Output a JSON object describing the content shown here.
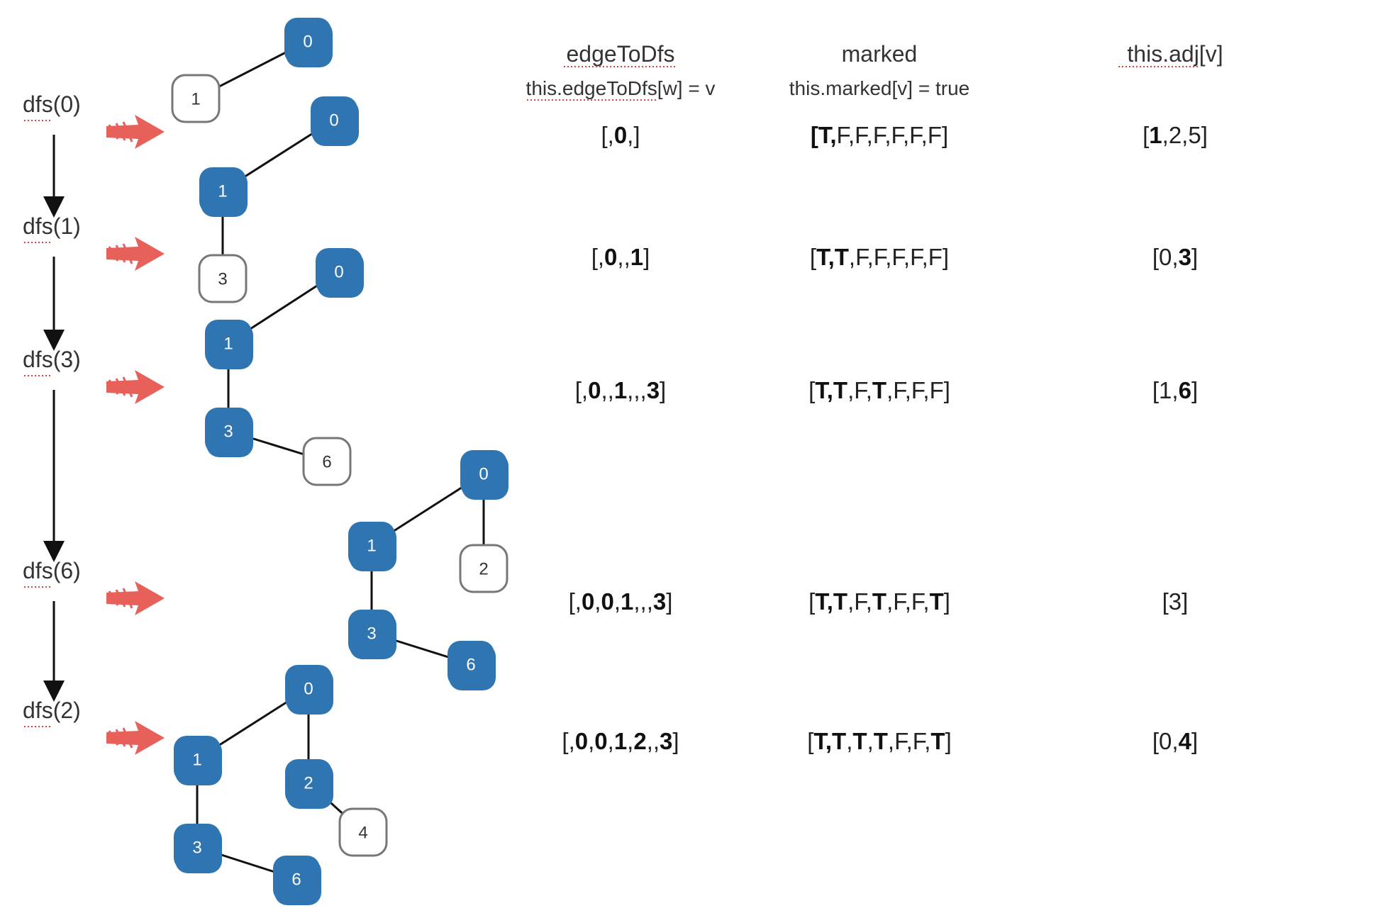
{
  "headers": [
    {
      "key": "edgeTo",
      "title": "edgeToDfs",
      "subtitle": "this.edgeToDfs[w] = v"
    },
    {
      "key": "marked",
      "title": "marked",
      "subtitle": "this.marked[v] = true"
    },
    {
      "key": "adj",
      "title": "this.adj[v]",
      "subtitle": ""
    }
  ],
  "steps": [
    {
      "label": "dfs(0)",
      "edgeTo": [
        {
          "t": "[,"
        },
        {
          "t": "0",
          "b": true
        },
        {
          "t": ",]"
        }
      ],
      "marked": [
        {
          "t": "[T,",
          "b": true
        },
        {
          "t": "F,F,F,F,F,F]"
        }
      ],
      "adj": [
        {
          "t": "["
        },
        {
          "t": "1",
          "b": true
        },
        {
          "t": ",2,5]"
        }
      ]
    },
    {
      "label": "dfs(1)",
      "edgeTo": [
        {
          "t": "[,"
        },
        {
          "t": "0",
          "b": true
        },
        {
          "t": ",,"
        },
        {
          "t": "1",
          "b": true
        },
        {
          "t": "]"
        }
      ],
      "marked": [
        {
          "t": "["
        },
        {
          "t": "T,T",
          "b": true
        },
        {
          "t": ",F,F,F,F,F]"
        }
      ],
      "adj": [
        {
          "t": "[0,"
        },
        {
          "t": "3",
          "b": true
        },
        {
          "t": "]"
        }
      ]
    },
    {
      "label": "dfs(3)",
      "edgeTo": [
        {
          "t": "[,"
        },
        {
          "t": "0",
          "b": true
        },
        {
          "t": ",,"
        },
        {
          "t": "1",
          "b": true
        },
        {
          "t": ",,,"
        },
        {
          "t": "3",
          "b": true
        },
        {
          "t": "]"
        }
      ],
      "marked": [
        {
          "t": "["
        },
        {
          "t": "T,T",
          "b": true
        },
        {
          "t": ",F,"
        },
        {
          "t": "T",
          "b": true
        },
        {
          "t": ",F,F,F]"
        }
      ],
      "adj": [
        {
          "t": "[1,"
        },
        {
          "t": "6",
          "b": true
        },
        {
          "t": "]"
        }
      ]
    },
    {
      "label": "dfs(6)",
      "edgeTo": [
        {
          "t": "[,"
        },
        {
          "t": "0",
          "b": true
        },
        {
          "t": ","
        },
        {
          "t": "0",
          "b": true
        },
        {
          "t": ","
        },
        {
          "t": "1",
          "b": true
        },
        {
          "t": ",,,"
        },
        {
          "t": "3",
          "b": true
        },
        {
          "t": "]"
        }
      ],
      "marked": [
        {
          "t": "["
        },
        {
          "t": "T,T",
          "b": true
        },
        {
          "t": ",F,"
        },
        {
          "t": "T",
          "b": true
        },
        {
          "t": ",F,F,"
        },
        {
          "t": "T",
          "b": true
        },
        {
          "t": "]"
        }
      ],
      "adj": [
        {
          "t": "[3]"
        }
      ]
    },
    {
      "label": "dfs(2)",
      "edgeTo": [
        {
          "t": "[,"
        },
        {
          "t": "0",
          "b": true
        },
        {
          "t": ","
        },
        {
          "t": "0",
          "b": true
        },
        {
          "t": ","
        },
        {
          "t": "1",
          "b": true
        },
        {
          "t": ","
        },
        {
          "t": "2",
          "b": true
        },
        {
          "t": ",,"
        },
        {
          "t": "3",
          "b": true
        },
        {
          "t": "]"
        }
      ],
      "marked": [
        {
          "t": "["
        },
        {
          "t": "T,T",
          "b": true
        },
        {
          "t": ","
        },
        {
          "t": "T",
          "b": true
        },
        {
          "t": ","
        },
        {
          "t": "T",
          "b": true
        },
        {
          "t": ",F,F,"
        },
        {
          "t": "T",
          "b": true
        },
        {
          "t": "]"
        }
      ],
      "adj": [
        {
          "t": "[0,"
        },
        {
          "t": "4",
          "b": true
        },
        {
          "t": "]"
        }
      ]
    }
  ],
  "graphs": [
    {
      "nodes": [
        {
          "id": "0",
          "filled": true
        },
        {
          "id": "1",
          "filled": false
        }
      ],
      "edges": [
        [
          "1",
          "0"
        ]
      ]
    },
    {
      "nodes": [
        {
          "id": "0",
          "filled": true
        },
        {
          "id": "1",
          "filled": true
        },
        {
          "id": "3",
          "filled": false
        }
      ],
      "edges": [
        [
          "1",
          "0"
        ],
        [
          "1",
          "3"
        ]
      ]
    },
    {
      "nodes": [
        {
          "id": "0",
          "filled": true
        },
        {
          "id": "1",
          "filled": true
        },
        {
          "id": "3",
          "filled": true
        },
        {
          "id": "6",
          "filled": false
        }
      ],
      "edges": [
        [
          "1",
          "0"
        ],
        [
          "1",
          "3"
        ],
        [
          "3",
          "6"
        ]
      ]
    },
    {
      "nodes": [
        {
          "id": "0",
          "filled": true
        },
        {
          "id": "1",
          "filled": true
        },
        {
          "id": "2",
          "filled": false
        },
        {
          "id": "3",
          "filled": true
        },
        {
          "id": "6",
          "filled": true
        }
      ],
      "edges": [
        [
          "1",
          "0"
        ],
        [
          "0",
          "2"
        ],
        [
          "1",
          "3"
        ],
        [
          "3",
          "6"
        ]
      ]
    },
    {
      "nodes": [
        {
          "id": "0",
          "filled": true
        },
        {
          "id": "1",
          "filled": true
        },
        {
          "id": "2",
          "filled": true
        },
        {
          "id": "4",
          "filled": false
        },
        {
          "id": "3",
          "filled": true
        },
        {
          "id": "6",
          "filled": true
        }
      ],
      "edges": [
        [
          "1",
          "0"
        ],
        [
          "0",
          "2"
        ],
        [
          "2",
          "4"
        ],
        [
          "1",
          "3"
        ],
        [
          "3",
          "6"
        ]
      ]
    }
  ],
  "colors": {
    "node_fill": "#2e75b1",
    "arrow": "#e8605a"
  }
}
